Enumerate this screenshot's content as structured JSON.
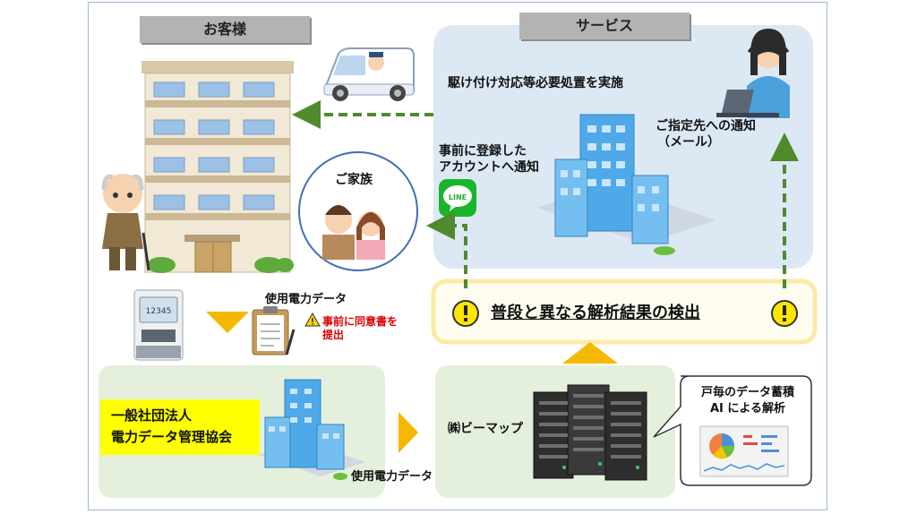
{
  "headers": {
    "customer": "お客様",
    "service": "サービス"
  },
  "labels": {
    "dispatch": "駆け付け対応等必要処置を実施",
    "line_notice": [
      "事前に登録した",
      "アカウントへ通知"
    ],
    "mail_notice": [
      "ご指定先への通知",
      "（メール）"
    ],
    "family": "ご家族",
    "line_logo": "LINE",
    "usage_data_top": "使用電力データ",
    "consent": [
      "事前に同意書を",
      "提出"
    ],
    "detection": "普段と異なる解析結果の検出",
    "association": [
      "一般社団法人",
      "電力データ管理協会"
    ],
    "usage_data_bottom": "使用電力データ",
    "company": "㈱ビーマップ",
    "analysis": [
      "戸毎のデータ蓄積",
      "AI による解析"
    ],
    "meter_display": "12345"
  },
  "colors": {
    "service_bg": "#dde8f5",
    "flow_bg": "#e5f0dc",
    "detect_border": "#fbeaa8",
    "detect_fill": "#fffdf0",
    "arrow_green": "#4f8a2c",
    "arrow_orange": "#f5b800",
    "warn_yellow": "#ffe600",
    "highlight_yellow": "#ffff00",
    "header_gray": "#b3b3b3"
  }
}
